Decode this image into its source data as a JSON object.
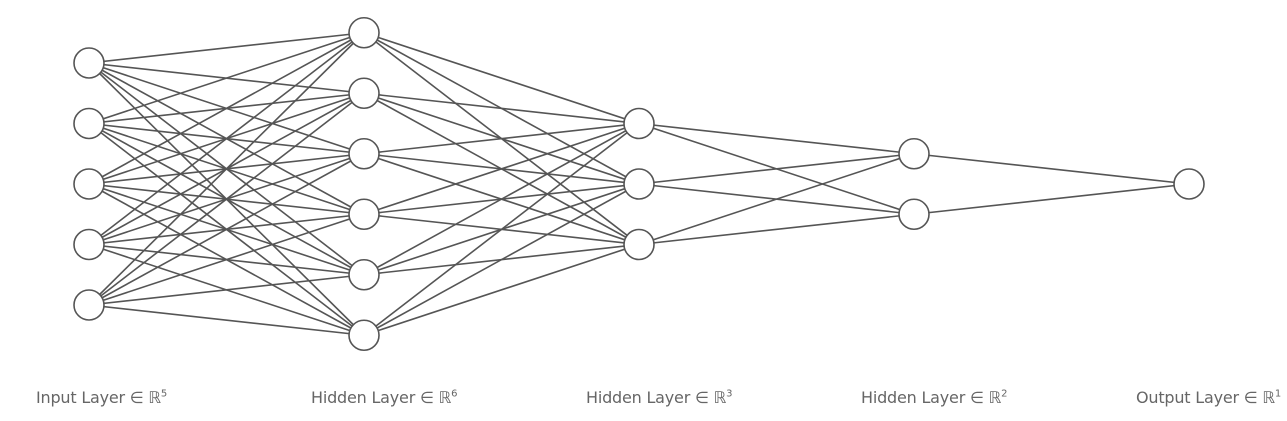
{
  "layers": [
    {
      "label": "Input Layer ∈ ℝ",
      "dim": "5",
      "nodes": 5
    },
    {
      "label": "Hidden Layer ∈ ℝ",
      "dim": "6",
      "nodes": 6
    },
    {
      "label": "Hidden Layer ∈ ℝ",
      "dim": "3",
      "nodes": 3
    },
    {
      "label": "Hidden Layer ∈ ℝ",
      "dim": "2",
      "nodes": 2
    },
    {
      "label": "Output Layer ∈ ℝ",
      "dim": "1",
      "nodes": 1
    }
  ],
  "colors": {
    "line": "#555555",
    "node_fill": "#ffffff",
    "label": "#666666"
  }
}
